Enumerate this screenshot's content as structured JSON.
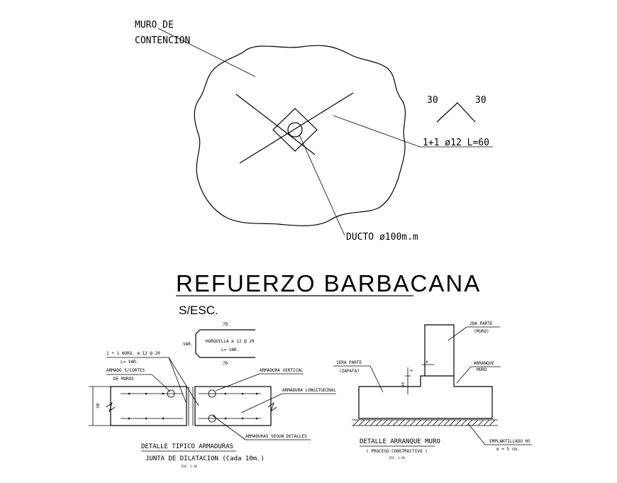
{
  "labels": {
    "muro_line1": "MURO DE",
    "muro_line2": "CONTENCION",
    "angle_left": "30",
    "angle_right": "30",
    "bar_spec": "1+1 ø12 L=60",
    "ducto": "DUCTO ø100m.m",
    "title": "REFUERZO BARBACANA",
    "scale": "S/ESC.",
    "d1_var": "VAR.",
    "d1_7d_top": "7D",
    "d1_7d_bottom": "7D",
    "d1_horquilla": "HORQUILLA ø 12 @ 20",
    "d1_l_var": "L= VAR.",
    "d1_bar_spec": "1 + 1 HORQ. ø 12 @ 20",
    "d1_bar_l": "L= VAR.",
    "d1_armado_1": "ARMADO S/CORTES",
    "d1_armado_2": "DE MUROS",
    "d1_arm_vertical": "ARMADURA VERTICAL",
    "d1_arm_longitudinal": "ARMADURA LONGITUDINAL",
    "d1_arm_segun": "ARMADURAS SEGUN DETALLES",
    "d1_dim_30": "30",
    "d1_caption_1": "DETALLE TIPICO ARMADURAS",
    "d1_caption_2": "JUNTA DE DILATACION (Cada 10m.)",
    "d1_esc": "ESC. 1:10",
    "d2_2da_parte_1": "2DA PARTE",
    "d2_2da_parte_2": "(MURO)",
    "d2_1era_parte_1": "1ERA PARTE",
    "d2_1era_parte_2": "(ZAPATA)",
    "d2_arranque_1": "ARRANQUE",
    "d2_arranque_2": "MURO",
    "d2_emplantillado": "EMPLANTILLADO H5",
    "d2_e5": "e = 5 cm.",
    "d2_dim_4": "4",
    "d2_dim_10": "10",
    "d2_caption_1": "DETALLE ARRANQUE MURO",
    "d2_caption_2": "( PROCESO CONSTRUCTIVO )",
    "d2_esc": "ESC. 1:10"
  }
}
